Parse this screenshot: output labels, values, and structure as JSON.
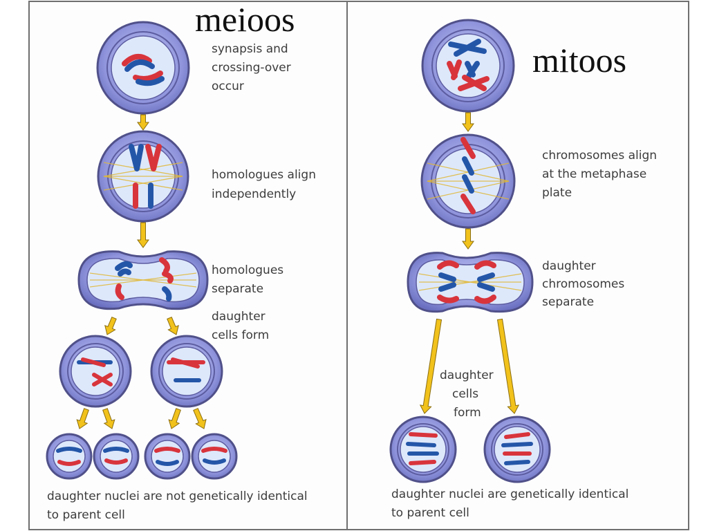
{
  "meiosis": {
    "title": "meioos",
    "steps": [
      {
        "lines": [
          "synapsis and",
          "crossing-over",
          "occur"
        ]
      },
      {
        "lines": [
          "homologues align",
          "independently"
        ]
      },
      {
        "lines": [
          "homologues",
          "separate"
        ]
      },
      {
        "lines": [
          "daughter",
          "cells form"
        ]
      }
    ],
    "conclusion": [
      "daughter nuclei are not genetically identical",
      "to parent cell"
    ]
  },
  "mitosis": {
    "title": "mitoos",
    "steps": [
      {
        "lines": [
          "chromosomes align",
          "at the metaphase",
          "plate"
        ]
      },
      {
        "lines": [
          "daughter",
          "chromosomes",
          "separate"
        ]
      },
      {
        "lines": [
          "daughter",
          "cells",
          "form"
        ]
      }
    ],
    "conclusion": [
      "daughter nuclei are genetically identical",
      "to parent cell"
    ]
  },
  "colors": {
    "cell_fill": "#8b8fd8",
    "nucleus_fill": "#dde8fb",
    "spindle": "#e0b838",
    "arrow": "#f2c21c",
    "chromosome_red": "#d8343c",
    "chromosome_blue": "#2456a8"
  }
}
